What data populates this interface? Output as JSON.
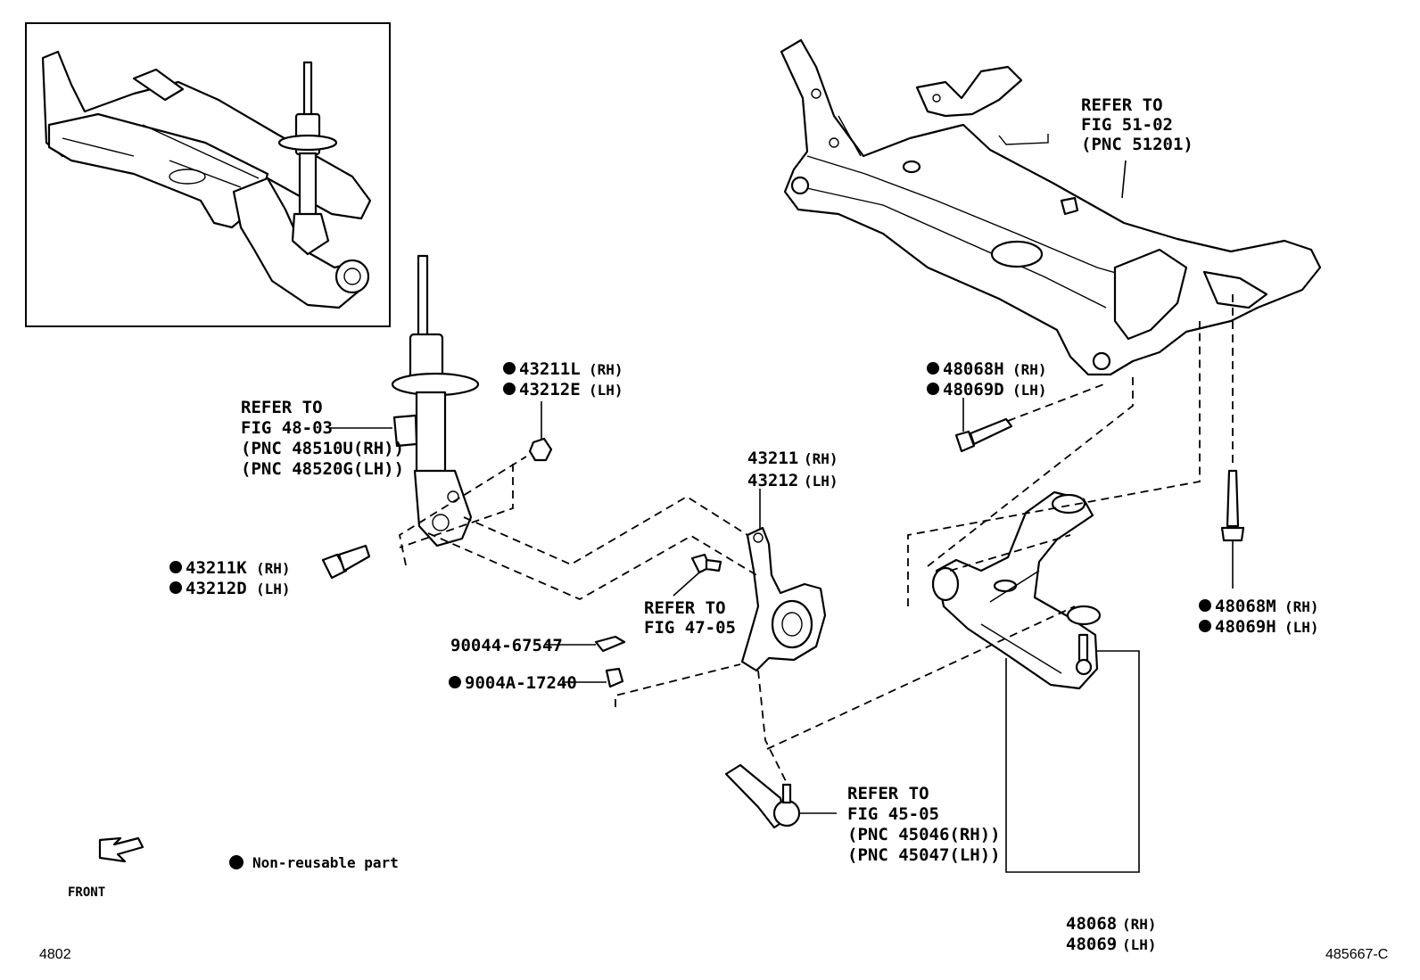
{
  "labels": {
    "refer_crossmember": [
      "REFER TO",
      "FIG 51-02",
      "(PNC 51201)"
    ],
    "refer_strut": [
      "REFER TO",
      "FIG 48-03",
      "(PNC 48510U(RH))",
      "(PNC 48520G(LH))"
    ],
    "refer_brake": [
      "REFER TO",
      "FIG 47-05"
    ],
    "refer_tie_rod": [
      "REFER TO",
      "FIG 45-05",
      "(PNC 45046(RH))",
      "(PNC 45047(LH))"
    ],
    "nut_43211L": {
      "code": "43211L",
      "side": "(RH)"
    },
    "nut_43212E": {
      "code": "43212E",
      "side": "(LH)"
    },
    "bolt_43211K": {
      "code": "43211K",
      "side": "(RH)"
    },
    "bolt_43212D": {
      "code": "43212D",
      "side": "(LH)"
    },
    "knuckle_43211": {
      "code": "43211",
      "side": "(RH)"
    },
    "knuckle_43212": {
      "code": "43212",
      "side": "(LH)"
    },
    "clip_90044": {
      "code": "90044-67547"
    },
    "nut_9004A": {
      "code": "9004A-17240"
    },
    "bolt_48068H": {
      "code": "48068H",
      "side": "(RH)"
    },
    "bolt_48069D": {
      "code": "48069D",
      "side": "(LH)"
    },
    "bolt_48068M": {
      "code": "48068M",
      "side": "(RH)"
    },
    "bolt_48069H": {
      "code": "48069H",
      "side": "(LH)"
    },
    "arm_48068": {
      "code": "48068",
      "side": "(RH)"
    },
    "arm_48069": {
      "code": "48069",
      "side": "(LH)"
    },
    "legend": "Non-reusable part",
    "front": "FRONT",
    "page_code": "4802",
    "diagram_code": "485667-C"
  }
}
